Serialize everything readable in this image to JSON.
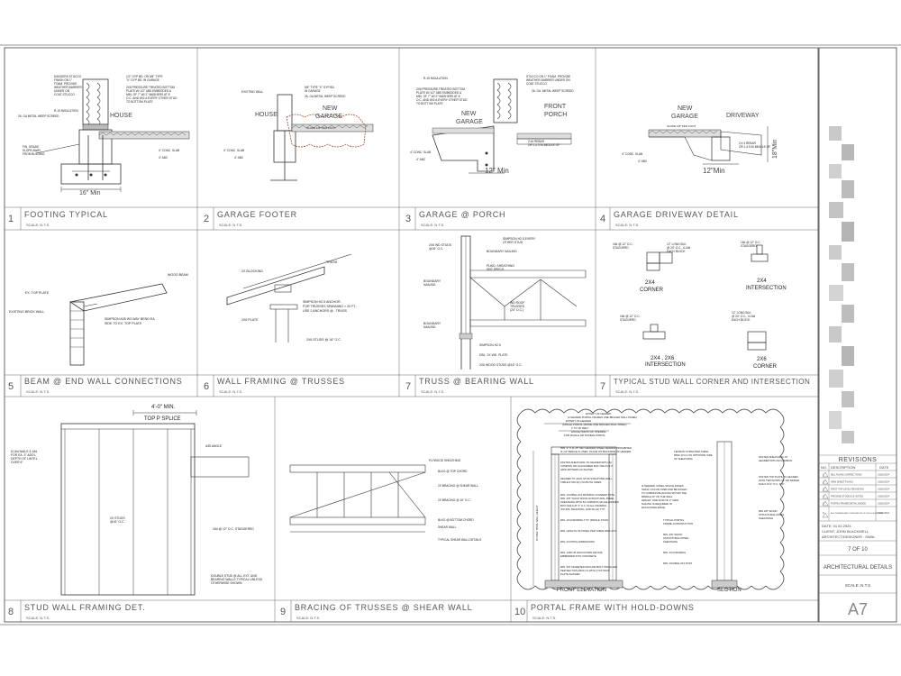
{
  "details": [
    {
      "num": "1",
      "title": "FOOTING TYPICAL",
      "scale": "SCALE:   N.T.S.",
      "labels": {
        "house": "HOUSE",
        "dim": "16\" Min",
        "notes": [
          "1/2\" GYP BD. OR 5/8\" TYPE",
          "\"X\" GYP BD. IN GARAGE",
          "2X6 PRESSURE TREATED BOTTOM",
          "PLATE W/ 1/2\" ABS EMBEDDED A",
          "MIN. OF 7\" W/ 2\" WASHERS AT 6'",
          "O.C. AND W/2 A EVERY OTHER STUD",
          "TO BOTTOM PLATE",
          "R-19 INSULATION",
          "26- GA METAL WEEP SCREED",
          "FIN. GRADE",
          "SLOPE AWAY",
          "FROM BULDING",
          "4\" CONC. SLAB",
          "4\" ABC",
          "DANGERS STUCCO",
          "FINISH ON 1\"",
          "FOAM. PROVIDE",
          "WEATHER BARRIER",
          "UNDER ON",
          "COAT STUCCO"
        ]
      }
    },
    {
      "num": "2",
      "title": "GARAGE FOOTER",
      "scale": "SCALE:   N.T.S.",
      "labels": {
        "house": "HOUSE",
        "new": "NEW",
        "garage": "GARAGE",
        "slope": "SLOPE 1/8\" PER FOOT",
        "notes": [
          "EXISTING WALL",
          "5/8\" TYPE \"X\" GYP BD.",
          "IN GARAGE",
          "26- GA METAL WEEP SCREED",
          "4\" CONC. SLAB",
          "4\" ABC"
        ]
      }
    },
    {
      "num": "3",
      "title": "GARAGE @ PORCH",
      "scale": "SCALE:   N.T.S.",
      "labels": {
        "new": "NEW",
        "garage": "GARAGE",
        "front": "FRONT",
        "porch": "PORCH",
        "dim": "12\" Min",
        "notes": [
          "R-19 INSULATION",
          "2X6 PRESSURE TREATED BOTTOM",
          "PLATE W/ 1/2\" ABS EMBEDDED A",
          "MIN. OF 7\" W/ 2\" WASHERS AT 6'",
          "O.C. AND W/2 A EVERY OTHER STUD",
          "TO BOTTOM PLATE",
          "STUCCO ON 1\" FOAM. PROVIDE",
          "WEATHER BARRIER UNDER ON",
          "COAT STUCCO",
          "26- GA. METAL WEEP SCREED",
          "2 #4 REBAR",
          "OR 1 # 5 IN MIDDLE OF",
          "4\" CONC. SLAB",
          "4\" ABC"
        ]
      }
    },
    {
      "num": "4",
      "title": "GARAGE DRIVEWAY DETAIL",
      "scale": "SCALE:   N.T.S.",
      "labels": {
        "new": "NEW",
        "garage": "GARAGE",
        "driveway": "DRIVEWAY",
        "slope": "SLOPE 1/8\" PER FOOT",
        "dim": "12\"Min",
        "dim2": "18\"Min",
        "notes": [
          "4\" CONC. SLAB",
          "4\" ABC",
          "2 # 4 REBAR",
          "OR 1 # 5 IN MIDDLE OF"
        ]
      }
    },
    {
      "num": "5",
      "title": "BEAM @ END WALL CONNECTIONS",
      "scale": "SCALE:   N.T.S.",
      "labels": {
        "notes": [
          "WOOD BEAM",
          "EX. TOP PLATE",
          "EXISTING BRICK WALL",
          "SIMPSON A35 W3 WAY BEND EA",
          "SIDE TO EX. TOP PLATE"
        ]
      }
    },
    {
      "num": "6",
      "title": "WALL FRAMING @ TRUSSES",
      "scale": "SCALE:   N.T.S.",
      "labels": {
        "notes": [
          "TRUSS",
          "2X BLOCKING",
          "SIMPSON H2.5 ANCHOR.",
          "FOR TRUSSES SPANNING > 20 FT.,",
          "USE 2 ANCHORS @ . TRUSS",
          "2X6 PLATE",
          "2X6 STUDS @ 16\" O.C."
        ]
      }
    },
    {
      "num": "7",
      "title": "TRUSS @ BEARING WALL",
      "scale": "SCALE:   N.T.S.",
      "labels": {
        "notes": [
          "2X6 WD STUDS",
          "@16\" O.C.",
          "SIMPSON H2.5 EVERY",
          "OTHER STUD",
          "BOUNDARY NAILING",
          "PLWD. SHEATHING",
          "SEE SPECS",
          "BOUNDARY",
          "NAILING",
          "WD ROOF",
          "TRUSSES",
          "(24\" O.C.)",
          "BOUNDARY",
          "NAILING",
          "SIMPSON H2.5",
          "DBL. 2X WD. PLATE",
          "2X6 WOOD STUDS @16\" O.C."
        ]
      }
    },
    {
      "num": "7",
      "title": "TYPICAL STUD WALL CORNER AND INTERSECTION",
      "scale": "SCALE:   N.T.S.",
      "labels": {
        "c1": "2X4",
        "c1b": "CORNER",
        "c2": "2X4",
        "c2b": "INTERSECTION",
        "c3": "2X4 , 2X6",
        "c3b": "INTERSECTION",
        "c4": "2X6",
        "c4b": "CORNER",
        "notes": [
          "16d @ 12\" O.C.",
          "STAGGERD",
          "12\" LONG BLK.",
          "@ 24\" O.C., 4-16d",
          "EACH BLOCK",
          "16d @ 12\" O.C.",
          "STAGGERD",
          "16d @ 12\" O.C.",
          "STAGGERD",
          "12\" LONG BLK.",
          "@ 24\" O.C., 4-16d",
          "EACH BLOCK"
        ]
      }
    },
    {
      "num": "8",
      "title": "STUD WALL FRAMING DET.",
      "scale": "SCALE:   N.T.S.",
      "labels": {
        "dim": "4'-0\" MIN.",
        "splice": "TOP P SPLICE",
        "notes": [
          "8-16d NAILS 3-16d",
          "FOR EA. 3\" ADD'L",
          "DEPTH OF LINTEL",
          "OVER 6\"",
          "A35 ANGLE",
          "2X STUDS",
          "@16\" O.C.",
          "16d @ 12\" O.C. STAGGERED",
          "DOUBLE STUD @ ALL EXT. AND",
          "BEARING WALLS TYPICAL UNLESS",
          "OTHERWISE SHOWN"
        ]
      }
    },
    {
      "num": "9",
      "title": "BRACING OF TRUSSES @ SHEAR WALL",
      "scale": "SCALE:   N.T.S.",
      "labels": {
        "notes": [
          "PLYWOOD SHEATHING",
          "BLKG @ TOP CHORD",
          "2X BRACING @ SHEAR WALL",
          "2X BRACING @ 16\" O.C.",
          "BLKG @ BOTTOM CHORD",
          "SHEAR WALL",
          "TYPICAL SHEAR WALL DETAILS"
        ]
      }
    },
    {
      "num": "10",
      "title": "PORTAL FRAME WITH HOLD-DOWNS",
      "scale": "SCALE:   N.T.S.",
      "labels": {
        "front": "FRONT ELEVATION",
        "section": "SECTION",
        "notes": [
          "EXTENT OF HEADER",
          "(2 HEADER PORTAL FRAMES ONE BRACED WALL PANEL)",
          "EXTENT OF HEADER",
          "(SINGLE PORTAL FRAME ONE BRACED WALL PANEL)",
          "2' TO 18' FEET",
          "ROUGH WIDTH OF OPENING",
          "FOR SINGLE OR DOUBLE PORTAL",
          "MIN. 3\" X 11.25\" NET HEADER STEEL HEADER PROHIBITED",
          "IF 1/2\" BRACE IS USED, PLACE ON BACKSIDE OF HEADER",
          "FASTEN SHEATHING TO HEADER WITH 8d",
          "COMMON OR GALVANIZED BOX NAILS IN 3\"",
          "GRID PATTERN AS SHOWN",
          "HEADER TO JACK-STUD STRAP PER WALL",
          "TABLE R 602.3(1) ON BOTH SIDES",
          "MIN. DOUBLE 2X4 FRAMING COVERED WITH",
          "MIN. 3/8\" THICK WOOD STRUCTURAL PANEL",
          "SHEATHING WITH 8d COMMON OR GALVANIZED",
          "BOX NAILS AT 3\" O.C. IN ALL FRAMING",
          "(STUDS, BLOCKING, AND SILLS) TYP.",
          "MIN. 2X4 FRAMING TYP. (SINGLE STUD)",
          "MIN. LENGTH OF PANEL PER TABLE R602.10.5",
          "MIN. FOOTING DIMENSIONS",
          "MIN. 1000 LB HOLD DOWN DEVICE",
          "EMBEDDED INTO CONCRETE",
          "MIN. 5/8\" DIAMETER ANCHOR BOLT INSTALLED",
          "PER SECTION R403.1.6 WITH 2\"X2\"X3/16\"",
          "PLATE WASHER",
          "TENSION STRAP PER TABLE",
          "R602.10.6.4 ON OPPOSITE SIDE",
          "OF SHEATHING",
          "IF NEEDED, PANEL SPLICE EDGES",
          "SHALL OCCUR OVER AND BE NAILED",
          "TO COMMON BLOCKING WITHIN THE",
          "MIDDLE 24\" OF THE WALL",
          "HEIGHT, ONE ROW OF 3\" GRID",
          "NAILING IS REQUIRED IN",
          "EACH PANEL EDGE",
          "TYPICAL PORTAL",
          "FRAME CONSTRUCTION",
          "MIN. 3/8\" WOOD",
          "STRUCTURAL PANEL",
          "SHEATHING",
          "MIN. 2X4 FRAMING",
          "MIN. DOUBLE 2X4 POST",
          "FASTEN SHEATHING TO",
          "HEADER WITH 8d COMMON",
          "FASTEN TOP PLATE TO HEADER",
          "WITH TWO ROWS OF 16d SINKER",
          "NAILS AT 3\" O.C. TYP.",
          "MIN 3/8\" WOOD",
          "STRUCTURAL PANEL",
          "SHEATHING",
          "10' MAX TOTAL WALL HEIGHT"
        ]
      }
    }
  ],
  "title_block": {
    "revisions_title": "REVISIONS",
    "rev_header_no": "NO.",
    "rev_header_desc": "DESCRIPTION",
    "rev_header_date": "DATE",
    "revisions": [
      {
        "no": "1",
        "desc": "BILL PLANS CORRECTIONS",
        "date": "01/01/2024"
      },
      {
        "no": "2",
        "desc": "NEW SHEET PLANS",
        "date": "01/01/2024"
      },
      {
        "no": "3",
        "desc": "FIRST TOP LEVEL REVISIONS",
        "date": "01/01/2024"
      },
      {
        "no": "4",
        "desc": "PROVIDE STUDIOS & NOTES",
        "date": "01/01/2024"
      },
      {
        "no": "5",
        "desc": "PORTAL FRAME DETAIL ADDED",
        "date": "01/01/2024"
      },
      {
        "no": "6",
        "desc": "ADD NUMBER AND ORIENTATION OF THE ELEVATIONS",
        "date": "01/01/2024"
      }
    ],
    "date_line": "DATE: 01.02.2024",
    "client_line": "CLIENT: JOHN  BLACKWELL",
    "arch_line": "ARCHITECT/DESIGNER : SWAL",
    "sheet_of": "7 OF 10",
    "sheet_title": "ARCHITECTURAL DETAILS",
    "scale": "SCALE: N.T.S",
    "sheet_no": "A7"
  }
}
